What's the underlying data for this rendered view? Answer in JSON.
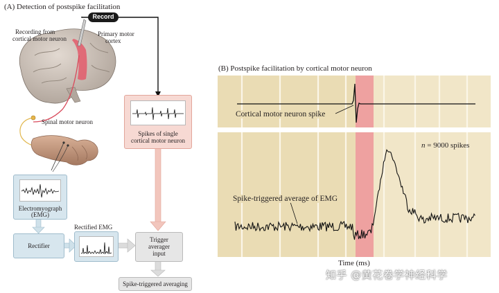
{
  "panel_a": {
    "title": "(A) Detection of postspike facilitation",
    "record_label": "Record",
    "labels": {
      "recording_from": "Recording from",
      "cortical_motor_neuron": "cortical motor neuron",
      "primary_motor": "Primary motor",
      "cortex": "cortex",
      "spinal_motor_neuron": "Spinal motor neuron"
    },
    "spikes_box": {
      "line1": "Spikes of single",
      "line2": "cortical motor neuron"
    },
    "emg_box": {
      "line1": "Electromyograph",
      "line2": "(EMG)"
    },
    "rectifier_label": "Rectifier",
    "rectified_emg_label": "Rectified EMG",
    "trigger_box": {
      "line1": "Trigger",
      "line2": "averager",
      "line3": "input"
    },
    "output_label": "Spike-triggered averaging"
  },
  "panel_b": {
    "title": "(B) Postspike facilitation by cortical motor neuron",
    "spike_label": "Cortical motor neuron spike",
    "emg_label": "Spike-triggered average of EMG",
    "n_italic": "n",
    "n_rest": " = 9000 spikes",
    "xlabel": "Time (ms)"
  },
  "watermark": "知乎 @黄花卷学神经科学",
  "colors": {
    "panel_bg": "#eadcb4",
    "stripe": "#f4ecd6",
    "highlight": "#ee9a9d",
    "blue_box": "#d7e6ee",
    "pink_box": "#f7d9d3",
    "grey_box": "#e6e6e6",
    "cortex_highlight": "#e35b6b"
  }
}
